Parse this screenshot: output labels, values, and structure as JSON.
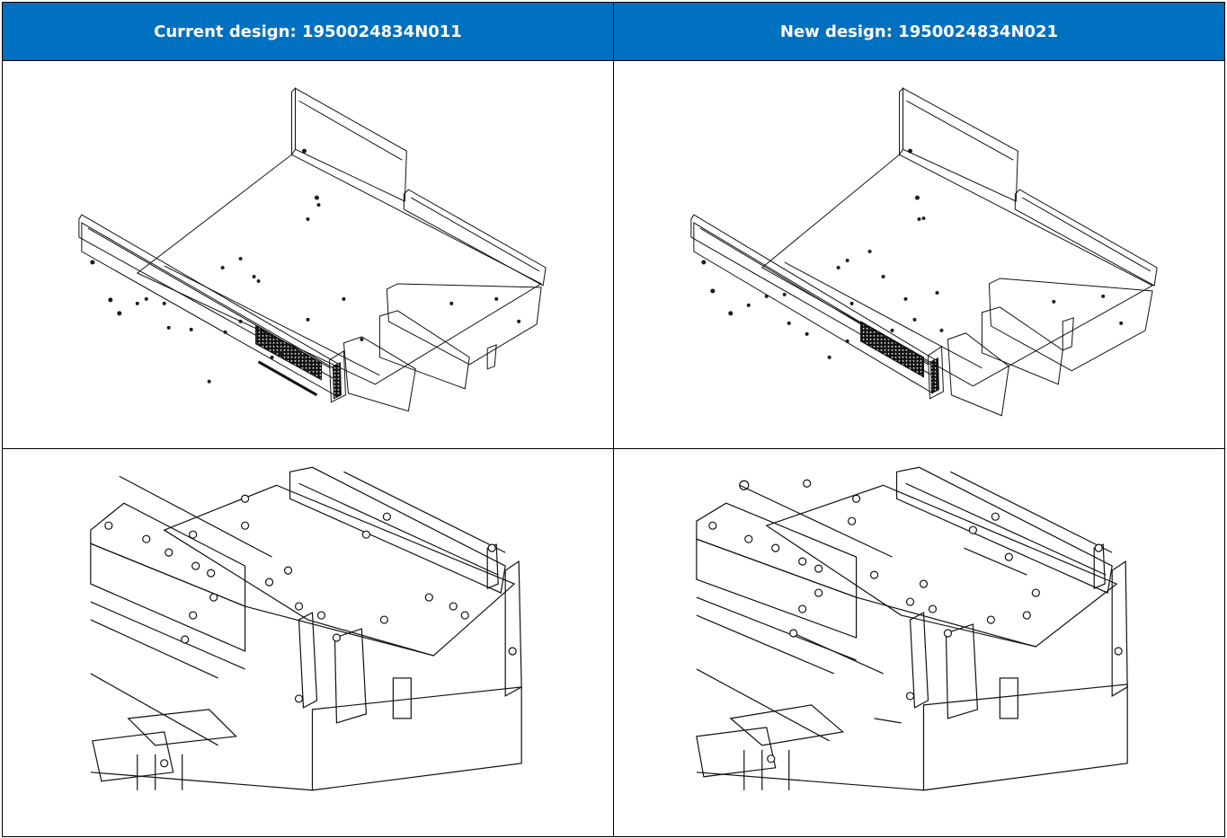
{
  "table": {
    "header_color": "#0070c0",
    "columns": [
      {
        "title": "Current design: 1950024834N011"
      },
      {
        "title": "New design: 1950024834N021"
      }
    ]
  },
  "drawings": [
    {
      "icon": "chassis-overview-current-drawing"
    },
    {
      "icon": "chassis-overview-new-drawing"
    },
    {
      "icon": "chassis-detail-current-drawing"
    },
    {
      "icon": "chassis-detail-new-drawing"
    }
  ]
}
